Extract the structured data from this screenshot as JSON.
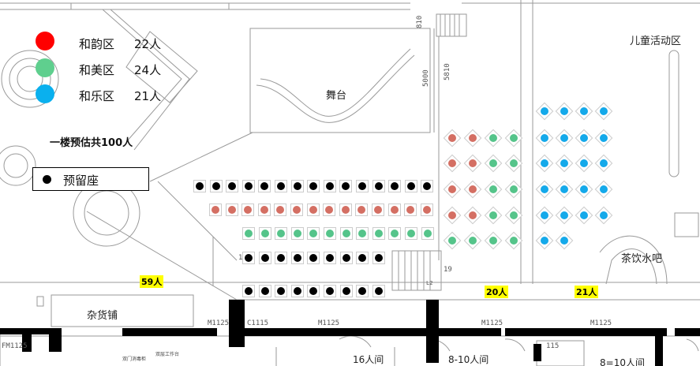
{
  "colors": {
    "heyun": "#ff0000",
    "hemei": "#5fcf8e",
    "hele": "#0ab0ee",
    "reserved": "#000000",
    "seat_heyun": "#d46f63",
    "seat_hemei": "#55c48a",
    "seat_hele": "#14a9ea"
  },
  "legend": [
    {
      "name": "和韵区",
      "count": "22人",
      "color_key": "heyun"
    },
    {
      "name": "和美区",
      "count": "24人",
      "color_key": "hemei"
    },
    {
      "name": "和乐区",
      "count": "21人",
      "color_key": "hele"
    }
  ],
  "summary": "一楼预估共100人",
  "reserved_label": "预留座",
  "stage_label": "舞台",
  "kids_area": "儿童活动区",
  "tea_bar": "茶饮水吧",
  "shop": "杂货铺",
  "zone_counts": {
    "left": "59人",
    "middle": "20人",
    "right": "21人"
  },
  "rooms": {
    "r16": "16人间",
    "r8a": "8-10人间",
    "r8b": "8=10人间"
  },
  "dims": {
    "d810": "810",
    "d5000": "5000",
    "d5810": "5810",
    "l2": "L2",
    "n19": "19",
    "n1": "1"
  },
  "doors": {
    "m1": "M1125",
    "m2": "M1125",
    "m3": "M1125",
    "m4": "M1125",
    "c1": "C1115",
    "fm": "FM1125",
    "d115": "115"
  },
  "tiny": {
    "t1": "双门消毒柜",
    "t2": "双层工作台"
  }
}
